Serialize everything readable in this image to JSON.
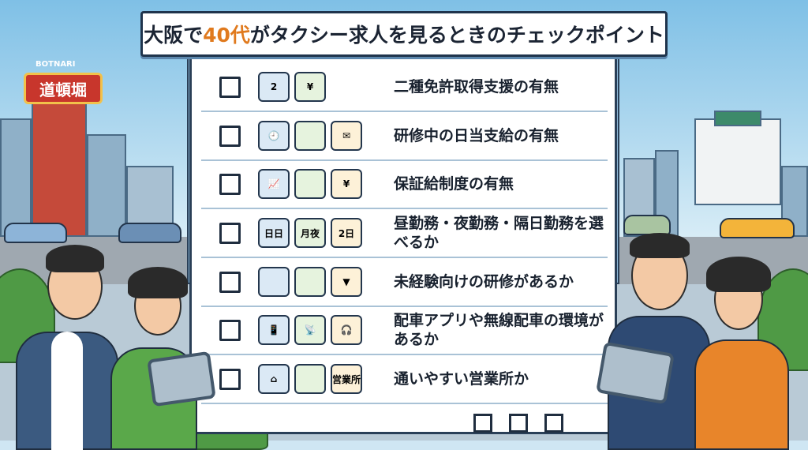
{
  "title": {
    "prefix": "大阪で",
    "highlight": "40代",
    "suffix": "がタクシー求人を見るときのチェックポイント",
    "highlight_color": "#e07a1e"
  },
  "signage": {
    "dotonbori": "道頓堀",
    "botnari": "BOTNARI"
  },
  "checklist": [
    {
      "text": "二種免許取得支援の有無",
      "icons": [
        "taxi-icon",
        "money-hand-icon"
      ],
      "icon_labels": [
        "2",
        "¥"
      ],
      "checked": false
    },
    {
      "text": "研修中の日当支給の有無",
      "icons": [
        "clock-icon",
        "driver-icon",
        "envelope-icon"
      ],
      "icon_labels": [
        "🕘",
        "",
        "✉"
      ],
      "checked": false
    },
    {
      "text": "保証給制度の有無",
      "icons": [
        "chart-icon",
        "safe-icon",
        "money-bag-icon"
      ],
      "icon_labels": [
        "📈",
        "",
        "¥"
      ],
      "checked": false
    },
    {
      "text": "昼勤務・夜勤務・隔日勤務を選べるか",
      "icons": [
        "sun-clock-icon",
        "moon-icon",
        "calendar-icon"
      ],
      "icon_labels": [
        "日日",
        "月夜",
        "2日"
      ],
      "checked": false
    },
    {
      "text": "未経験向けの研修があるか",
      "icons": [
        "instructor-icon",
        "trainee-icon",
        "beginner-mark-icon"
      ],
      "icon_labels": [
        "",
        "",
        "▼"
      ],
      "checked": false
    },
    {
      "text": "配車アプリや無線配車の環境があるか",
      "icons": [
        "smartphone-icon",
        "radio-tower-icon",
        "operator-icon"
      ],
      "icon_labels": [
        "📱",
        "📡",
        "🎧"
      ],
      "checked": false
    },
    {
      "text": "通いやすい営業所か",
      "icons": [
        "house-icon",
        "osaka-map-icon",
        "office-icon"
      ],
      "icon_labels": [
        "⌂",
        "",
        "営業所"
      ],
      "checked": false
    }
  ]
}
